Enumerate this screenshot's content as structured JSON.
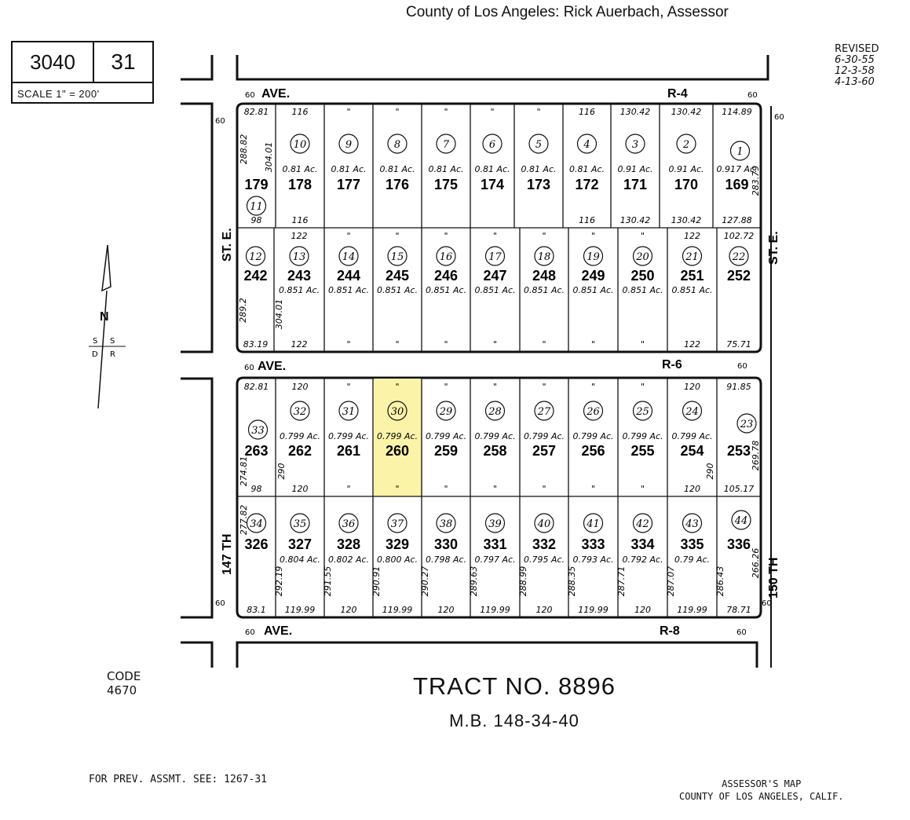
{
  "header": {
    "title": "County of Los Angeles:  Rick Auerbach,  Assessor"
  },
  "map_id": {
    "book": "3040",
    "page": "31",
    "scale": "SCALE 1\" = 200'"
  },
  "revised": {
    "label": "REVISED",
    "dates": [
      "6-30-55",
      "12-3-58",
      "4-13-60"
    ]
  },
  "code": {
    "label": "CODE",
    "value": "4670"
  },
  "tract": {
    "name": "TRACT NO. 8896",
    "mb": "M.B. 148-34-40"
  },
  "prev_assessment": "FOR PREV. ASSMT. SEE: 1267-31",
  "footer": {
    "line1": "ASSESSOR'S MAP",
    "line2": "COUNTY OF LOS ANGELES, CALIF."
  },
  "north": {
    "label": "N",
    "section": [
      "S",
      "S",
      "D",
      "R"
    ]
  },
  "streets": {
    "ave_top": "AVE.",
    "r_top": "R-4",
    "ave_mid": "AVE.",
    "r_mid": "R-6",
    "ave_bot": "AVE.",
    "r_bot": "R-8",
    "st_left": "ST. E.",
    "st_right": "ST. E.",
    "th_left": "147 TH",
    "th_right": "150 TH",
    "sixty": "60"
  },
  "highlight_color": "#fbf3a8",
  "rows": [
    {
      "lots": [
        {
          "num": "179",
          "lot": "11",
          "acres": ""
        },
        {
          "num": "178",
          "lot": "10",
          "acres": "0.81 Ac."
        },
        {
          "num": "177",
          "lot": "9",
          "acres": "0.81 Ac."
        },
        {
          "num": "176",
          "lot": "8",
          "acres": "0.81 Ac."
        },
        {
          "num": "175",
          "lot": "7",
          "acres": "0.81 Ac."
        },
        {
          "num": "174",
          "lot": "6",
          "acres": "0.81 Ac."
        },
        {
          "num": "173",
          "lot": "5",
          "acres": "0.81 Ac."
        },
        {
          "num": "172",
          "lot": "4",
          "acres": "0.81 Ac."
        },
        {
          "num": "171",
          "lot": "3",
          "acres": "0.91 Ac."
        },
        {
          "num": "170",
          "lot": "2",
          "acres": "0.91 Ac."
        },
        {
          "num": "169",
          "lot": "1",
          "acres": "0.917 Ac."
        }
      ],
      "top_dims": [
        "82.81",
        "116",
        "\"",
        "\"",
        "\"",
        "\"",
        "\"",
        "116",
        "130.42",
        "130.42",
        "114.89"
      ],
      "bot_dims": [
        "98",
        "116",
        "",
        "",
        "",
        "",
        "",
        "116",
        "130.42",
        "130.42",
        "127.88"
      ]
    },
    {
      "lots": [
        {
          "num": "242",
          "lot": "12",
          "acres": ""
        },
        {
          "num": "243",
          "lot": "13",
          "acres": "0.851 Ac."
        },
        {
          "num": "244",
          "lot": "14",
          "acres": "0.851 Ac."
        },
        {
          "num": "245",
          "lot": "15",
          "acres": "0.851 Ac."
        },
        {
          "num": "246",
          "lot": "16",
          "acres": "0.851 Ac."
        },
        {
          "num": "247",
          "lot": "17",
          "acres": "0.851 Ac."
        },
        {
          "num": "248",
          "lot": "18",
          "acres": "0.851 Ac."
        },
        {
          "num": "249",
          "lot": "19",
          "acres": "0.851 Ac."
        },
        {
          "num": "250",
          "lot": "20",
          "acres": "0.851 Ac."
        },
        {
          "num": "251",
          "lot": "21",
          "acres": "0.851 Ac."
        },
        {
          "num": "252",
          "lot": "22",
          "acres": ""
        }
      ],
      "top_dims": [
        "",
        "122",
        "\"",
        "\"",
        "\"",
        "\"",
        "\"",
        "\"",
        "\"",
        "122",
        "102.72"
      ],
      "bot_dims": [
        "83.19",
        "122",
        "\"",
        "\"",
        "\"",
        "\"",
        "\"",
        "\"",
        "\"",
        "122",
        "75.71"
      ]
    },
    {
      "lots": [
        {
          "num": "263",
          "lot": "33",
          "acres": ""
        },
        {
          "num": "262",
          "lot": "32",
          "acres": "0.799 Ac."
        },
        {
          "num": "261",
          "lot": "31",
          "acres": "0.799 Ac."
        },
        {
          "num": "260",
          "lot": "30",
          "acres": "0.799 Ac.",
          "highlight": true
        },
        {
          "num": "259",
          "lot": "29",
          "acres": "0.799 Ac."
        },
        {
          "num": "258",
          "lot": "28",
          "acres": "0.799 Ac."
        },
        {
          "num": "257",
          "lot": "27",
          "acres": "0.799 Ac."
        },
        {
          "num": "256",
          "lot": "26",
          "acres": "0.799 Ac."
        },
        {
          "num": "255",
          "lot": "25",
          "acres": "0.799 Ac."
        },
        {
          "num": "254",
          "lot": "24",
          "acres": "0.799 Ac."
        },
        {
          "num": "253",
          "lot": "23",
          "acres": ""
        }
      ],
      "top_dims": [
        "82.81",
        "120",
        "\"",
        "\"",
        "\"",
        "\"",
        "\"",
        "\"",
        "\"",
        "120",
        "91.85"
      ],
      "bot_dims": [
        "98",
        "120",
        "\"",
        "\"",
        "\"",
        "\"",
        "\"",
        "\"",
        "\"",
        "120",
        "105.17"
      ]
    },
    {
      "lots": [
        {
          "num": "326",
          "lot": "34",
          "acres": ""
        },
        {
          "num": "327",
          "lot": "35",
          "acres": "0.804 Ac."
        },
        {
          "num": "328",
          "lot": "36",
          "acres": "0.802 Ac."
        },
        {
          "num": "329",
          "lot": "37",
          "acres": "0.800 Ac."
        },
        {
          "num": "330",
          "lot": "38",
          "acres": "0.798 Ac."
        },
        {
          "num": "331",
          "lot": "39",
          "acres": "0.797 Ac."
        },
        {
          "num": "332",
          "lot": "40",
          "acres": "0.795 Ac."
        },
        {
          "num": "333",
          "lot": "41",
          "acres": "0.793 Ac."
        },
        {
          "num": "334",
          "lot": "42",
          "acres": "0.792 Ac."
        },
        {
          "num": "335",
          "lot": "43",
          "acres": "0.79 Ac."
        },
        {
          "num": "336",
          "lot": "44",
          "acres": ""
        }
      ],
      "top_dims": [],
      "bot_dims": [
        "83.1",
        "119.99",
        "120",
        "119.99",
        "120",
        "119.99",
        "120",
        "119.99",
        "120",
        "119.99",
        "78.71"
      ]
    }
  ],
  "side_dims": {
    "row1_left": "288.82",
    "row1_inner": "304.01",
    "row1_right": "283.79",
    "row2_left": "289.2",
    "row2_inner": "304.01",
    "row3_left": "274.81",
    "row3_inner": "290",
    "row3_right": "269.78",
    "row3_right_inner": "290",
    "row4_left": "277.82",
    "row4_right": "266.26",
    "row4_inner": [
      "292.19",
      "291.55",
      "290.91",
      "290.27",
      "289.63",
      "288.99",
      "288.35",
      "287.71",
      "287.07",
      "286.43"
    ]
  }
}
